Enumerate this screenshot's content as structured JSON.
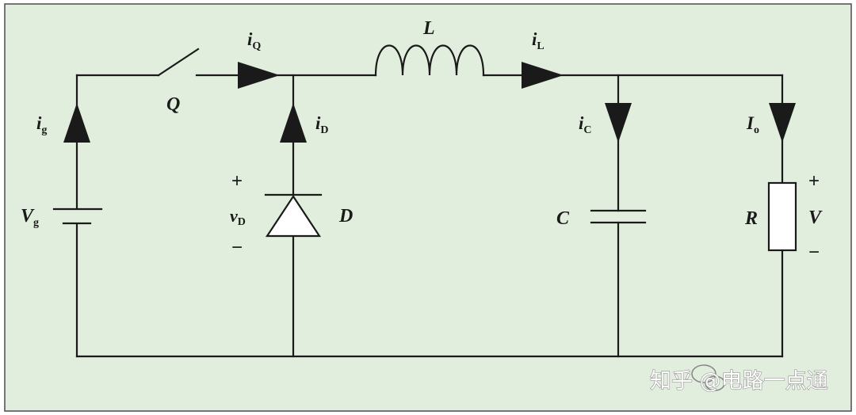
{
  "colors": {
    "background": "#e2eedd",
    "frame": "#555555",
    "wire": "#1a1a1a"
  },
  "labels": {
    "switch": "Q",
    "inductor": "L",
    "diode": "D",
    "capacitor": "C",
    "resistor": "R",
    "input_source": "V",
    "input_source_sub": "g",
    "output_voltage": "V",
    "diode_voltage": "v",
    "diode_voltage_sub": "D"
  },
  "currents": {
    "ig": {
      "main": "i",
      "sub": "g"
    },
    "iq": {
      "main": "i",
      "sub": "Q"
    },
    "id": {
      "main": "i",
      "sub": "D"
    },
    "il": {
      "main": "i",
      "sub": "L"
    },
    "ic": {
      "main": "i",
      "sub": "C"
    },
    "io": {
      "main": "I",
      "sub": "o"
    }
  },
  "signs": {
    "plus": "+",
    "minus": "−"
  },
  "watermark": {
    "text": "知乎 @电路一点通",
    "icon": "wechat-bubble-icon"
  }
}
